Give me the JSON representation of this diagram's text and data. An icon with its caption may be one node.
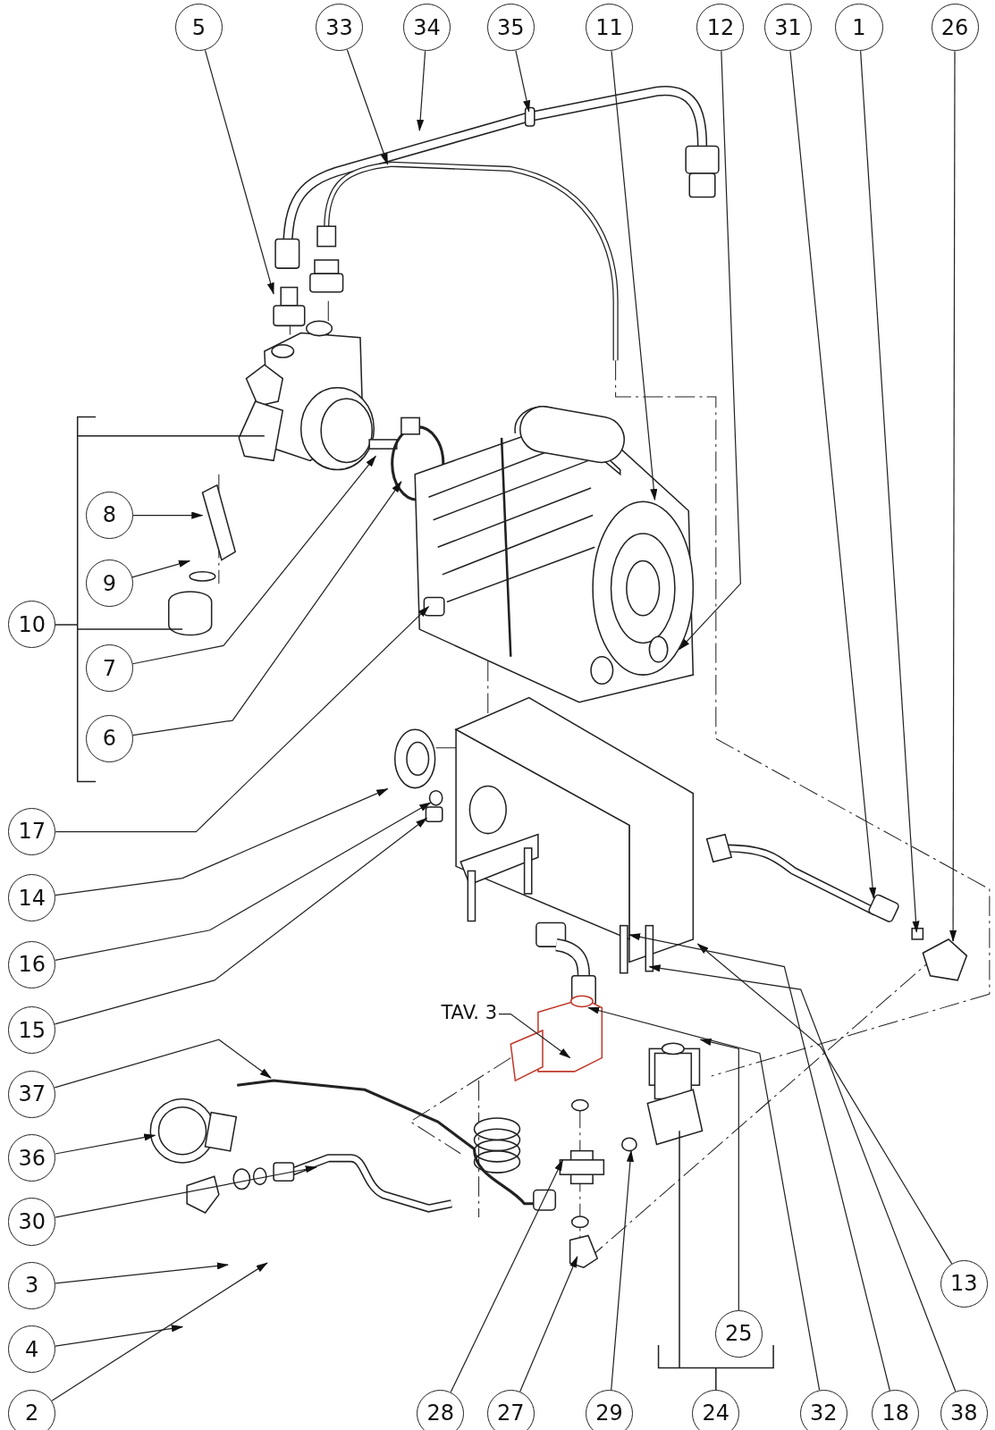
{
  "diagram": {
    "nodes": [
      {
        "text": [
          "5"
        ]
      },
      {
        "text": [
          "33"
        ]
      },
      {
        "text": [
          "34"
        ]
      },
      {
        "text": [
          "35"
        ]
      },
      {
        "text": [
          "11"
        ]
      },
      {
        "text": [
          "12"
        ]
      },
      {
        "text": [
          "31"
        ]
      },
      {
        "text": [
          "1"
        ]
      },
      {
        "text": [
          "26"
        ]
      },
      {
        "text": [
          "8"
        ]
      },
      {
        "text": [
          "9"
        ]
      },
      {
        "text": [
          "10"
        ]
      },
      {
        "text": [
          "7"
        ]
      },
      {
        "text": [
          "6"
        ]
      },
      {
        "text": [
          "17"
        ]
      },
      {
        "text": [
          "14"
        ]
      },
      {
        "text": [
          "16"
        ]
      },
      {
        "text": [
          "15"
        ]
      },
      {
        "text": [
          "TAV. 3"
        ]
      },
      {
        "text": [
          "37"
        ]
      },
      {
        "text": [
          "36"
        ]
      },
      {
        "text": [
          "30"
        ]
      },
      {
        "text": [
          "3"
        ]
      },
      {
        "text": [
          "4"
        ]
      },
      {
        "text": [
          "25"
        ]
      },
      {
        "text": [
          "13"
        ]
      },
      {
        "text": [
          "2"
        ]
      },
      {
        "text": [
          "28"
        ]
      },
      {
        "text": [
          "27"
        ]
      },
      {
        "text": [
          "29"
        ]
      },
      {
        "text": [
          "24"
        ]
      },
      {
        "text": [
          "32"
        ]
      },
      {
        "text": [
          "18"
        ]
      },
      {
        "text": [
          "38"
        ]
      }
    ],
    "edges": [
      {
        "from": 0,
        "to": null,
        "arrow": "to"
      },
      {
        "from": 1,
        "to": null,
        "arrow": "to"
      },
      {
        "from": 2,
        "to": null,
        "arrow": "to"
      },
      {
        "from": 3,
        "to": null,
        "arrow": "to"
      },
      {
        "from": 4,
        "to": null,
        "arrow": "to"
      },
      {
        "from": 5,
        "to": null,
        "arrow": "to"
      },
      {
        "from": 6,
        "to": null,
        "arrow": "to"
      },
      {
        "from": 7,
        "to": null,
        "arrow": "to"
      },
      {
        "from": 8,
        "to": null,
        "arrow": "to"
      },
      {
        "from": 9,
        "to": null,
        "arrow": "to"
      },
      {
        "from": 10,
        "to": null,
        "arrow": "to"
      },
      {
        "from": 12,
        "to": null,
        "arrow": "to"
      },
      {
        "from": 13,
        "to": null,
        "arrow": "to"
      },
      {
        "from": 14,
        "to": null,
        "arrow": "to"
      },
      {
        "from": 15,
        "to": null,
        "arrow": "to"
      },
      {
        "from": 16,
        "to": null,
        "arrow": "to"
      },
      {
        "from": 17,
        "to": null,
        "arrow": "to"
      },
      {
        "from": 18,
        "to": null,
        "arrow": "to"
      },
      {
        "from": 19,
        "to": null,
        "arrow": "to"
      },
      {
        "from": 20,
        "to": null,
        "arrow": "to"
      },
      {
        "from": 21,
        "to": null,
        "arrow": "to"
      },
      {
        "from": 22,
        "to": null,
        "arrow": "to"
      },
      {
        "from": 23,
        "to": null,
        "arrow": "to"
      },
      {
        "from": 24,
        "to": null,
        "arrow": "to"
      },
      {
        "from": 25,
        "to": null,
        "arrow": "to"
      },
      {
        "from": 26,
        "to": null,
        "arrow": "to"
      },
      {
        "from": 27,
        "to": null,
        "arrow": "to"
      },
      {
        "from": 28,
        "to": null,
        "arrow": "to"
      },
      {
        "from": 29,
        "to": null,
        "arrow": "to"
      },
      {
        "from": 31,
        "to": null,
        "arrow": "to"
      },
      {
        "from": 32,
        "to": null,
        "arrow": "to"
      },
      {
        "from": 33,
        "to": null,
        "arrow": "to"
      }
    ]
  }
}
